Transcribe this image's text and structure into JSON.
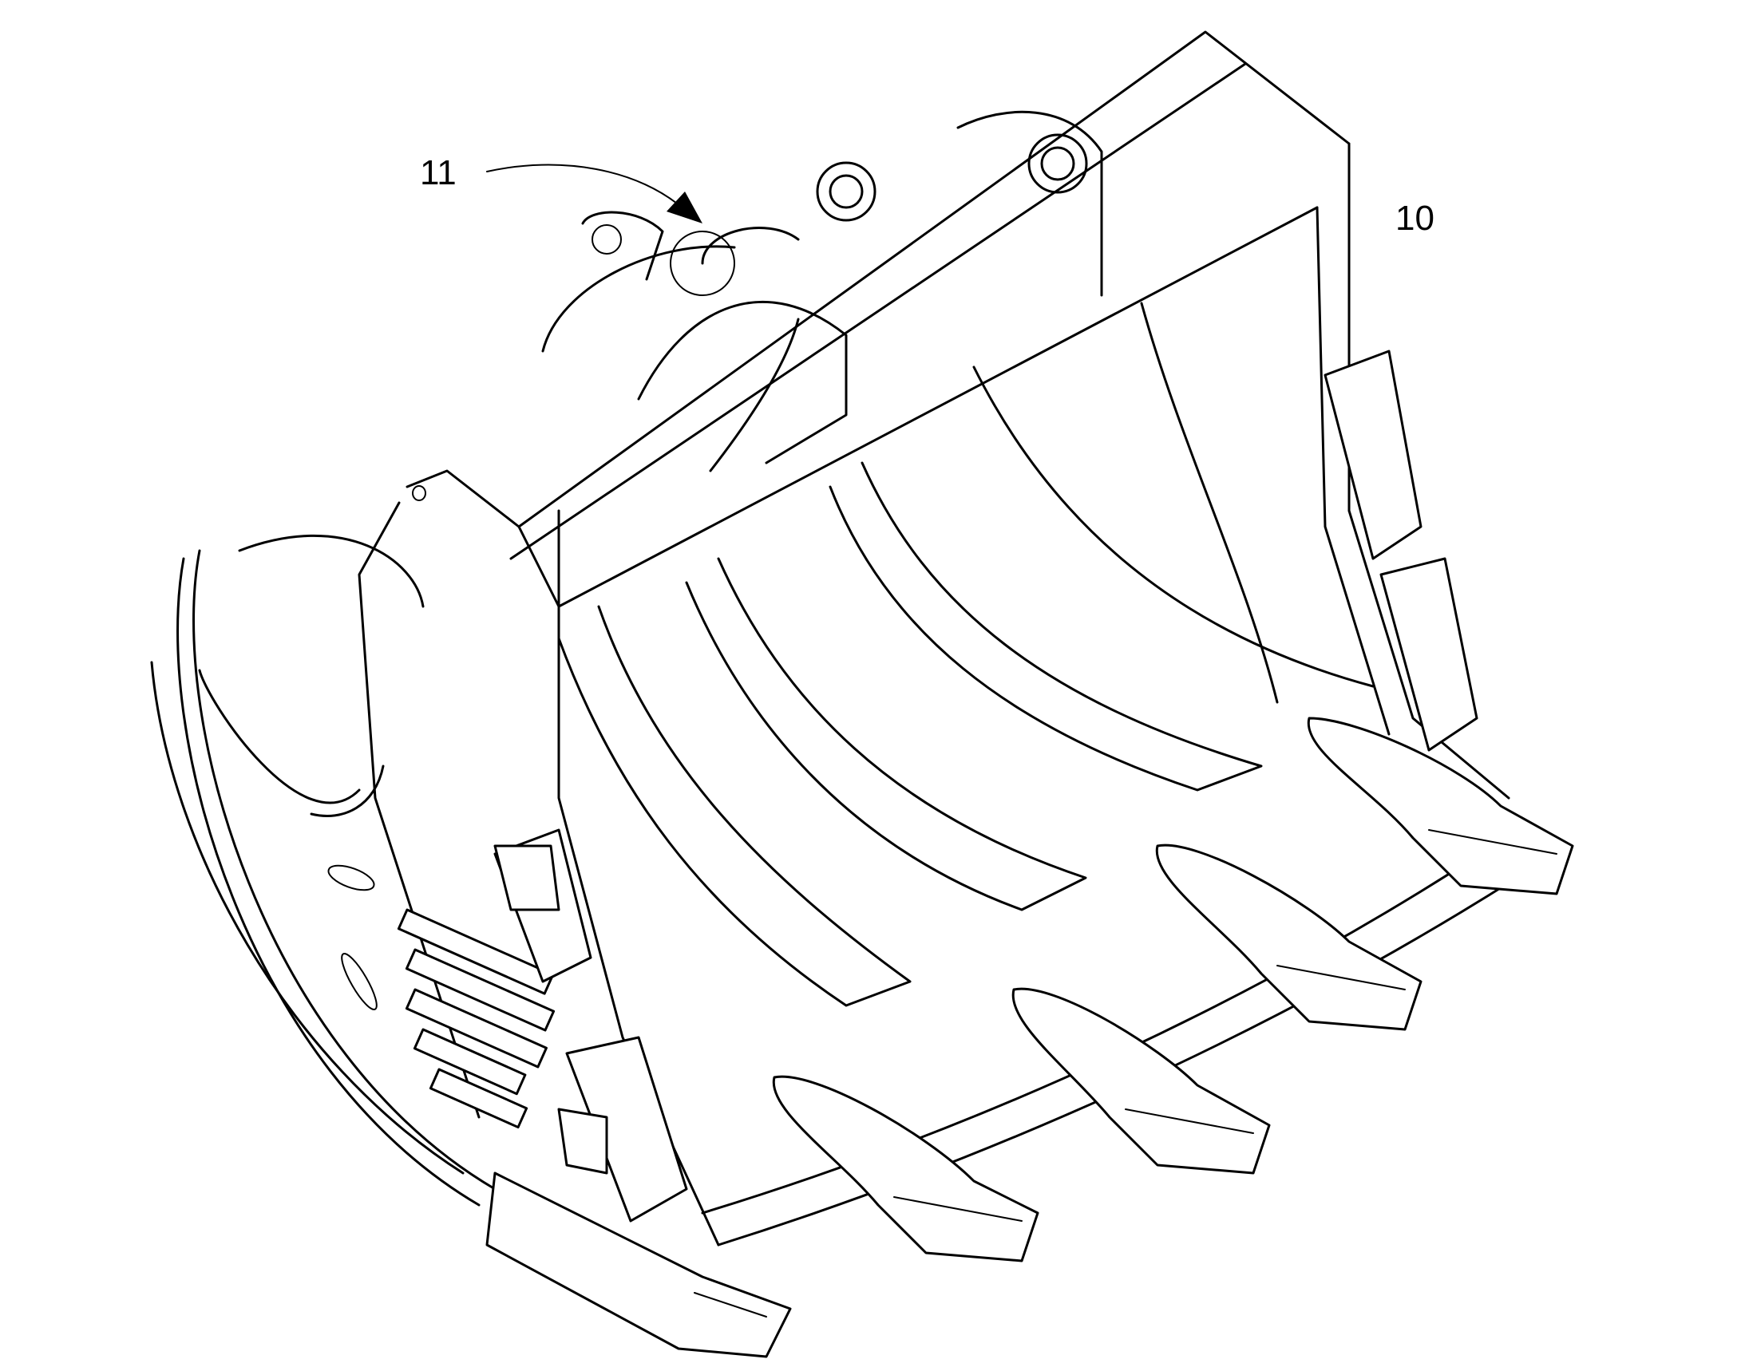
{
  "figure": {
    "reference_numerals": [
      {
        "id": "bucket",
        "text": "10"
      },
      {
        "id": "coupler",
        "text": "11"
      }
    ]
  },
  "colors": {
    "line": "#000000",
    "background": "#ffffff"
  }
}
